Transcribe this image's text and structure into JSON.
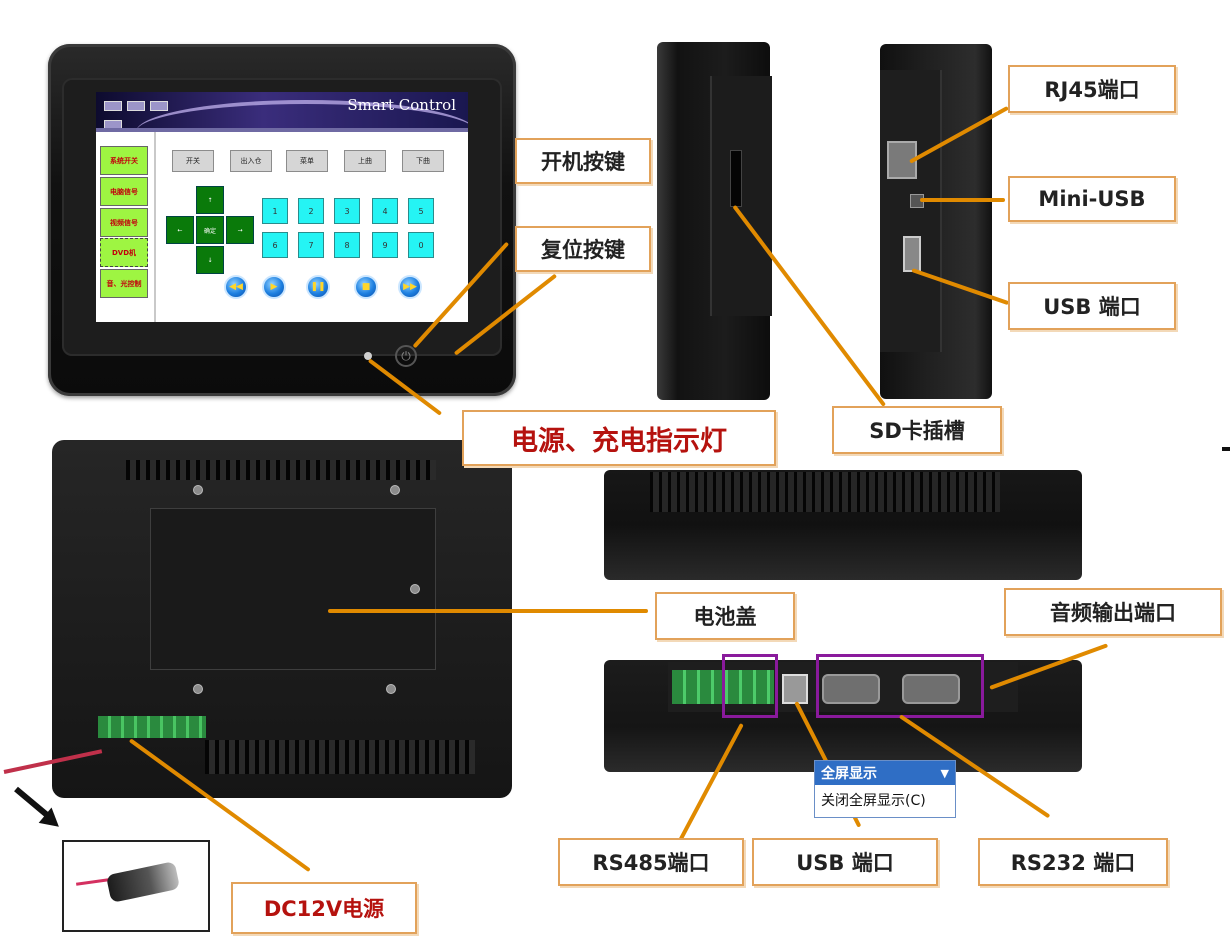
{
  "screen": {
    "title": "Smart Control",
    "side_buttons": [
      "系统开关",
      "电脑信号",
      "视频信号",
      "DVD机",
      "音、光控制"
    ],
    "top_buttons": [
      "开关",
      "出入仓",
      "菜单",
      "上曲",
      "下曲"
    ],
    "dpad": {
      "up": "↑",
      "left": "←",
      "center": "确定",
      "right": "→",
      "down": "↓"
    },
    "numbers": [
      "1",
      "2",
      "3",
      "4",
      "5",
      "6",
      "7",
      "8",
      "9",
      "0"
    ],
    "media_icons": [
      "rewind-icon",
      "play-icon",
      "pause-icon",
      "stop-icon",
      "fast-forward-icon"
    ]
  },
  "labels": {
    "power_key": "开机按键",
    "reset_key": "复位按键",
    "power_led": "电源、充电指示灯",
    "rj45": "RJ45端口",
    "mini_usb": "Mini-USB",
    "usb_side": "USB 端口",
    "sd_slot": "SD卡插槽",
    "battery_cover": "电池盖",
    "audio_out": "音频输出端口",
    "rs485": "RS485端口",
    "usb_bottom": "USB 端口",
    "rs232": "RS232 端口",
    "dc12v": "DC12V电源"
  },
  "context_menu": {
    "header": "全屏显示",
    "item": "关闭全屏显示(C)"
  },
  "colors": {
    "label_border": "#e2a25a",
    "label_text_red": "#b5120e",
    "arrow": "#e08a00",
    "highlight": "#8a1a9c",
    "menu_header": "#2f6ec5"
  }
}
